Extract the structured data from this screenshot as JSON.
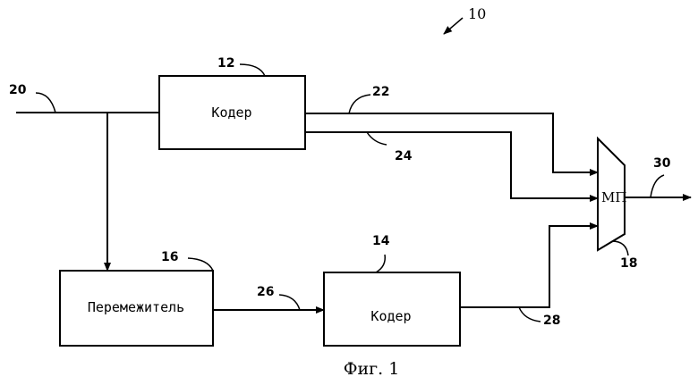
{
  "figure": {
    "number": "10",
    "caption": "Фиг. 1"
  },
  "blocks": {
    "coder_top": {
      "label": "Кодер",
      "ref": "12"
    },
    "interleaver": {
      "label": "Перемежитель",
      "ref": "16"
    },
    "coder_bottom": {
      "label": "Кодер",
      "ref": "14"
    },
    "mux": {
      "label": "МП",
      "ref": "18"
    }
  },
  "signals": {
    "input": "20",
    "systematic": "22",
    "parity1": "24",
    "interleaved": "26",
    "parity2": "28",
    "output": "30"
  }
}
